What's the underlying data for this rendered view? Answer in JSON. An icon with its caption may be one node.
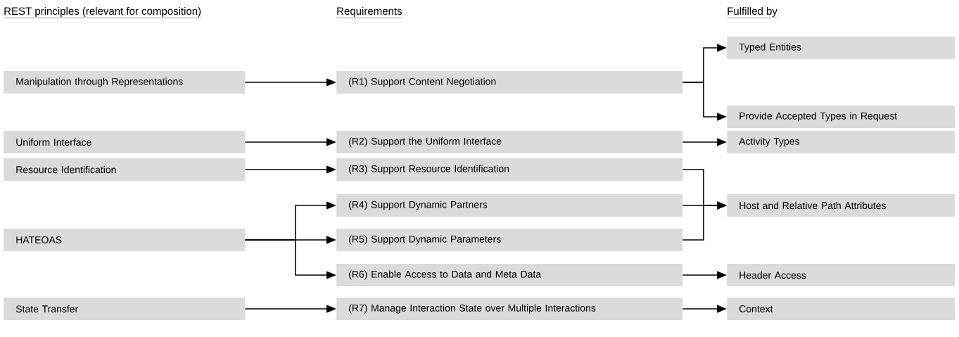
{
  "diagram": {
    "nodes": [
      {
        "text": [
          "Manipulation through Representations"
        ]
      },
      {
        "text": [
          "Uniform Interface"
        ]
      },
      {
        "text": [
          "Resource Identification"
        ]
      },
      {
        "text": [
          "HATEOAS"
        ]
      },
      {
        "text": [
          "State Transfer"
        ]
      },
      {
        "text": [
          "(R1) Support Content Negotiation"
        ]
      },
      {
        "text": [
          "(R2) Support the Uniform Interface"
        ]
      },
      {
        "text": [
          "(R3) Support Resource Identification"
        ]
      },
      {
        "text": [
          "(R4) Support Dynamic Partners"
        ]
      },
      {
        "text": [
          "(R5) Support Dynamic Parameters"
        ]
      },
      {
        "text": [
          "(R6) Enable Access to Data and Meta Data"
        ]
      },
      {
        "text": [
          "(R7) Manage Interaction State over Multiple Interactions"
        ]
      },
      {
        "text": [
          "Typed Entities"
        ]
      },
      {
        "text": [
          "Provide Accepted Types in Request"
        ]
      },
      {
        "text": [
          "Activity Types"
        ]
      },
      {
        "text": [
          "Host and Relative Path Attributes"
        ]
      },
      {
        "text": [
          "Header Access"
        ]
      },
      {
        "text": [
          "Context"
        ]
      }
    ],
    "edges": [
      {
        "from": 0,
        "to": 5,
        "arrow": "to"
      },
      {
        "from": 5,
        "to": 12,
        "arrow": "to"
      },
      {
        "from": 5,
        "to": 13,
        "arrow": "to"
      },
      {
        "from": 1,
        "to": 6,
        "arrow": "to"
      },
      {
        "from": 6,
        "to": 14,
        "arrow": "to"
      },
      {
        "from": 2,
        "to": 7,
        "arrow": "to"
      },
      {
        "from": 3,
        "to": 8,
        "arrow": "to"
      },
      {
        "from": 3,
        "to": 9,
        "arrow": "to"
      },
      {
        "from": 3,
        "to": 10,
        "arrow": "to"
      },
      {
        "from": 7,
        "to": 15,
        "arrow": "to"
      },
      {
        "from": 8,
        "to": 15,
        "arrow": "to"
      },
      {
        "from": 9,
        "to": 15,
        "arrow": "to"
      },
      {
        "from": 10,
        "to": 16,
        "arrow": "to"
      },
      {
        "from": 4,
        "to": 11,
        "arrow": "to"
      },
      {
        "from": 11,
        "to": 17,
        "arrow": "to"
      }
    ],
    "labels": [
      "REST principles (relevant for composition)",
      "Requirements",
      "Fulfilled by"
    ]
  }
}
